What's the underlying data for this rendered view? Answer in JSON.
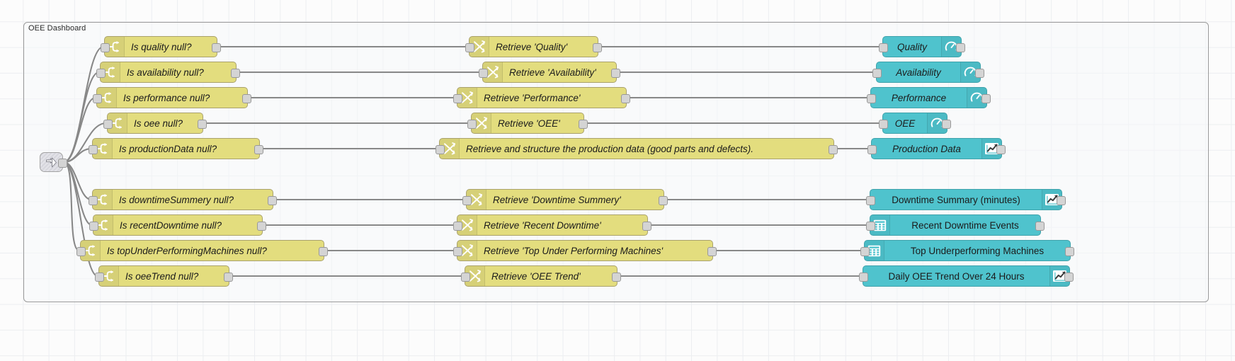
{
  "canvas": {
    "group": {
      "label": "OEE Dashboard"
    },
    "colors": {
      "node_yellow": "#e3dd7e",
      "node_teal": "#4fc3cd",
      "wire": "#888888",
      "group_border": "#9a9a9a",
      "canvas_bg": "#fcfcfc",
      "grid_line": "#eceef1"
    },
    "entry_node": {
      "name": "link-in",
      "icon": "link-in-icon"
    }
  },
  "columns": {
    "switch_label": "switch",
    "change_label": "change",
    "widget_label": "dashboard-widget"
  },
  "rows": [
    {
      "id": "quality",
      "switch": {
        "text": "Is quality null?",
        "icon": "switch-icon"
      },
      "change": {
        "text": "Retrieve 'Quality'",
        "icon": "change-icon"
      },
      "widget": {
        "text": "Quality",
        "icon": "gauge-icon",
        "icon_side": "right",
        "italic": true
      }
    },
    {
      "id": "availability",
      "switch": {
        "text": "Is availability null?",
        "icon": "switch-icon"
      },
      "change": {
        "text": "Retrieve 'Availability'",
        "icon": "change-icon"
      },
      "widget": {
        "text": "Availability",
        "icon": "gauge-icon",
        "icon_side": "right",
        "italic": true
      }
    },
    {
      "id": "performance",
      "switch": {
        "text": "Is performance null?",
        "icon": "switch-icon"
      },
      "change": {
        "text": "Retrieve 'Performance'",
        "icon": "change-icon"
      },
      "widget": {
        "text": "Performance",
        "icon": "gauge-icon",
        "icon_side": "right",
        "italic": true
      }
    },
    {
      "id": "oee",
      "switch": {
        "text": "Is oee null?",
        "icon": "switch-icon"
      },
      "change": {
        "text": "Retrieve 'OEE'",
        "icon": "change-icon"
      },
      "widget": {
        "text": "OEE",
        "icon": "gauge-icon",
        "icon_side": "right",
        "italic": true
      }
    },
    {
      "id": "production-data",
      "switch": {
        "text": "Is productionData null?",
        "icon": "switch-icon"
      },
      "change": {
        "text": "Retrieve and structure the production data (good parts and defects).",
        "icon": "change-icon"
      },
      "widget": {
        "text": "Production Data",
        "icon": "chart-icon",
        "icon_side": "right",
        "italic": true
      }
    },
    {
      "id": "downtime-summary",
      "switch": {
        "text": "Is downtimeSummery null?",
        "icon": "switch-icon"
      },
      "change": {
        "text": "Retrieve 'Downtime Summery'",
        "icon": "change-icon"
      },
      "widget": {
        "text": "Downtime Summary (minutes)",
        "icon": "chart-icon",
        "icon_side": "right",
        "italic": false
      }
    },
    {
      "id": "recent-downtime",
      "switch": {
        "text": "Is recentDowntime null?",
        "icon": "switch-icon"
      },
      "change": {
        "text": "Retrieve 'Recent Downtime'",
        "icon": "change-icon"
      },
      "widget": {
        "text": "Recent Downtime Events",
        "icon": "table-icon",
        "icon_side": "left",
        "italic": false
      }
    },
    {
      "id": "top-underperforming",
      "switch": {
        "text": "Is topUnderPerformingMachines null?",
        "icon": "switch-icon"
      },
      "change": {
        "text": "Retrieve 'Top Under Performing Machines'",
        "icon": "change-icon"
      },
      "widget": {
        "text": "Top Underperforming Machines",
        "icon": "table-icon",
        "icon_side": "left",
        "italic": false
      }
    },
    {
      "id": "oee-trend",
      "switch": {
        "text": "Is oeeTrend null?",
        "icon": "switch-icon"
      },
      "change": {
        "text": "Retrieve 'OEE Trend'",
        "icon": "change-icon"
      },
      "widget": {
        "text": "Daily OEE Trend Over 24 Hours",
        "icon": "chart-icon",
        "icon_side": "right",
        "italic": false
      }
    }
  ]
}
